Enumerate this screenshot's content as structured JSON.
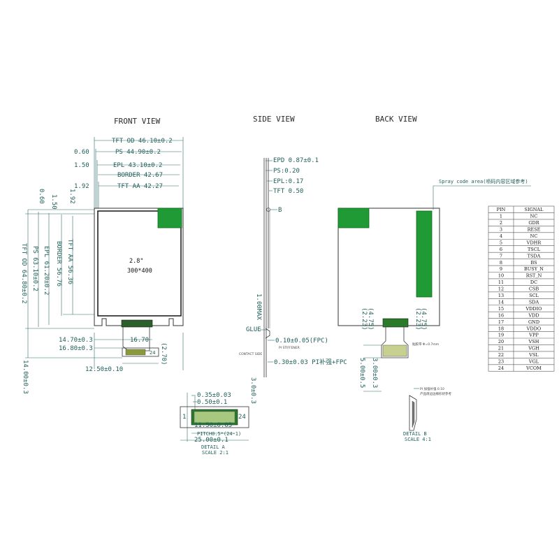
{
  "views": {
    "front": "FRONT VIEW",
    "side": "SIDE VIEW",
    "back": "BACK VIEW"
  },
  "front": {
    "top_dims": [
      "TFT OD 46.10±0.2",
      "PS 44.90±0.2",
      "EPL 43.10±0.2",
      "BORDER 42.67",
      "TFT AA 42.27"
    ],
    "left_offsets": [
      "0.60",
      "1.50",
      "1.92"
    ],
    "vert_offsets": [
      "0.60",
      "1.50",
      "1.92"
    ],
    "vert_dims": [
      "TFT OD 64.80±0.2",
      "PS 63.10±0.2",
      "EPL 61.20±0.2",
      "BORDER 56.76",
      "TFT AA 56.36"
    ],
    "screen_size": "2.8\"",
    "resolution": "300*400",
    "bottom_dims": [
      "14.70±0.3",
      "16.70",
      "16.80±0.3",
      "(2.70)",
      "12.50±0.10"
    ],
    "fpc_pin_label": "24",
    "right_dim": "14.00±0.3"
  },
  "side": {
    "labels": [
      "EPD 0.87±0.1",
      "PS:0.20",
      "EPL:0.17",
      "TFT 0.50"
    ],
    "marker_b": "B",
    "vert_dim": "1.00MAX",
    "glue": "GLUE",
    "fpc_dim": "0.10±0.05(FPC)",
    "stiffener_note": "PI STIFFENER",
    "contact_side": "CONTACT SIDE",
    "pi_dim": "0.30±0.03 PI补强+FPC"
  },
  "detail_a": {
    "dims": [
      "0.35±0.03",
      "0.50±0.1",
      "11.50±0.05",
      "PITCH0.5*(24-1)",
      "25.00±0.1"
    ],
    "right_dim": "3.0±0.3",
    "pin_first": "1",
    "pin_last": "24",
    "title": "DETAIL A",
    "scale": "SCALE 2:1"
  },
  "back": {
    "spray_note": "Spray code area(喷码内容区域参考)",
    "dims_left": [
      "(2.23)",
      "(4.75)"
    ],
    "dims_right": [
      "(2.23)",
      "(4.75)"
    ],
    "small_note": "贴胶带 Φ=0.7mm",
    "bottom_dims": [
      "3.00±0.3",
      "5.00±0.5"
    ]
  },
  "detail_b": {
    "notes": [
      "PI 加强补强 0.10",
      "产品周边边缘形状参考"
    ],
    "title": "DETAIL B",
    "scale": "SCALE 4:1"
  },
  "pin_table": {
    "headers": [
      "PIN",
      "SIGNAL"
    ],
    "rows": [
      [
        "1",
        "NC"
      ],
      [
        "2",
        "GDR"
      ],
      [
        "3",
        "RESE"
      ],
      [
        "4",
        "NC"
      ],
      [
        "5",
        "VDHR"
      ],
      [
        "6",
        "TSCL"
      ],
      [
        "7",
        "TSDA"
      ],
      [
        "8",
        "BS"
      ],
      [
        "9",
        "BUSY_N"
      ],
      [
        "10",
        "RST_N"
      ],
      [
        "11",
        "DC"
      ],
      [
        "12",
        "CSB"
      ],
      [
        "13",
        "SCL"
      ],
      [
        "14",
        "SDA"
      ],
      [
        "15",
        "VDDIO"
      ],
      [
        "16",
        "VDD"
      ],
      [
        "17",
        "GND"
      ],
      [
        "18",
        "VDDO"
      ],
      [
        "19",
        "VPP"
      ],
      [
        "20",
        "VSH"
      ],
      [
        "21",
        "VGH"
      ],
      [
        "22",
        "VSL"
      ],
      [
        "23",
        "VGL"
      ],
      [
        "24",
        "VCOM"
      ]
    ]
  },
  "colors": {
    "dimension": "#1f5e58",
    "fpc_green": "#1f9a35",
    "outline": "#333333"
  }
}
